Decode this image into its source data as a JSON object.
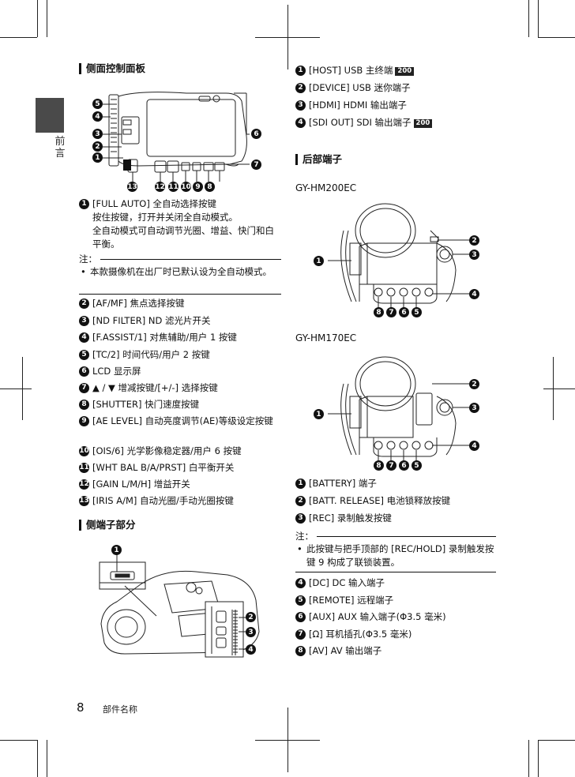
{
  "sidebar": {
    "label": "前言"
  },
  "left": {
    "section1_title": "侧面控制面板",
    "items": [
      {
        "num": "1",
        "title": "[FULL AUTO] 全自动选择按键",
        "desc": [
          "按住按键，打开并关闭全自动模式。",
          "全自动模式可自动调节光圈、增益、快门和白平衡。"
        ]
      },
      {
        "num": "2",
        "title": "[AF/MF] 焦点选择按键"
      },
      {
        "num": "3",
        "title": "[ND FILTER] ND 滤光片开关"
      },
      {
        "num": "4",
        "title": "[F.ASSIST/1] 对焦辅助/用户 1 按键"
      },
      {
        "num": "5",
        "title": "[TC/2] 时间代码/用户 2 按键"
      },
      {
        "num": "6",
        "title": "LCD 显示屏"
      },
      {
        "num": "7",
        "title": "▲ / ▼ 增减按键/[+/-] 选择按键"
      },
      {
        "num": "8",
        "title": "[SHUTTER] 快门速度按键"
      },
      {
        "num": "9",
        "title": "[AE LEVEL] 自动亮度调节(AE)等级设定按键"
      },
      {
        "num": "10",
        "title": "[OIS/6] 光学影像稳定器/用户 6 按键"
      },
      {
        "num": "11",
        "title": "[WHT BAL B/A/PRST] 白平衡开关"
      },
      {
        "num": "12",
        "title": "[GAIN L/M/H] 增益开关"
      },
      {
        "num": "13",
        "title": "[IRIS A/M] 自动光圈/手动光圈按键"
      }
    ],
    "note_label": "注：",
    "note_text": "本款摄像机在出厂时已默认设为全自动模式。",
    "section2_title": "侧端子部分"
  },
  "right": {
    "top_items": [
      {
        "num": "1",
        "title": "[HOST] USB 主终端",
        "badge": "200"
      },
      {
        "num": "2",
        "title": "[DEVICE] USB 迷你端子"
      },
      {
        "num": "3",
        "title": "[HDMI] HDMI 输出端子"
      },
      {
        "num": "4",
        "title": "[SDI OUT] SDI 输出端子",
        "badge": "200"
      }
    ],
    "section_title": "后部端子",
    "model1": "GY-HM200EC",
    "model2": "GY-HM170EC",
    "items_a": [
      {
        "num": "1",
        "title": "[BATTERY] 端子"
      },
      {
        "num": "2",
        "title": "[BATT. RELEASE] 电池锁释放按键"
      },
      {
        "num": "3",
        "title": "[REC] 录制触发按键"
      }
    ],
    "note_label": "注：",
    "note_text": "此按键与把手顶部的 [REC/HOLD] 录制触发按键 9 构成了联锁装置。",
    "items_b": [
      {
        "num": "4",
        "title": "[DC] DC 输入端子"
      },
      {
        "num": "5",
        "title": "[REMOTE] 远程端子"
      },
      {
        "num": "6",
        "title": "[AUX] AUX 输入端子(Φ3.5 毫米)"
      },
      {
        "num": "7",
        "title": "[Ω] 耳机插孔(Φ3.5 毫米)"
      },
      {
        "num": "8",
        "title": "[AV] AV 输出端子"
      }
    ]
  },
  "figures": {
    "side_panel_callouts": [
      "5",
      "4",
      "3",
      "2",
      "1",
      "6",
      "7",
      "13",
      "12",
      "11",
      "10",
      "9",
      "8"
    ],
    "side_terminal_callouts": [
      "1",
      "2",
      "3",
      "4"
    ],
    "rear200_callouts": [
      "1",
      "2",
      "3",
      "4",
      "8",
      "7",
      "6",
      "5"
    ],
    "rear170_callouts": [
      "1",
      "2",
      "3",
      "4",
      "8",
      "7",
      "6",
      "5"
    ]
  },
  "footer": {
    "page": "8",
    "text": "部件名称"
  }
}
